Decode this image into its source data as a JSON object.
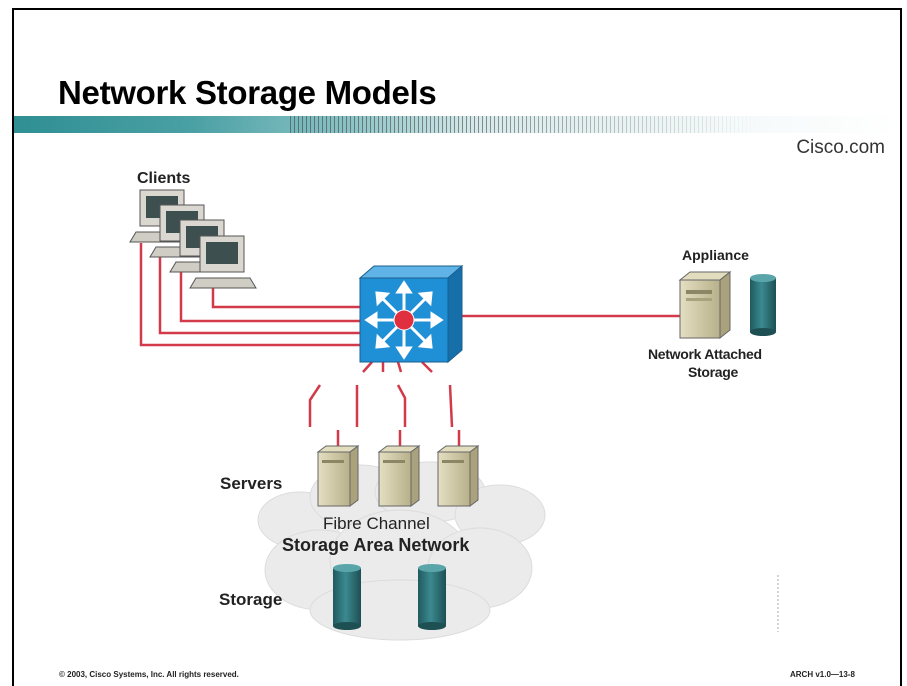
{
  "slide": {
    "title": "Network Storage Models",
    "brand": "Cisco.com",
    "footer_left": "© 2003, Cisco Systems, Inc. All rights reserved.",
    "footer_right": "ARCH v1.0—13-8"
  },
  "diagram": {
    "clients_label": "Clients",
    "appliance_label": "Appliance",
    "nas_label_line1": "Network Attached",
    "nas_label_line2": "Storage",
    "servers_label": "Servers",
    "san_label_line1": "Fibre Channel",
    "san_label_line2": "Storage Area Network",
    "storage_label": "Storage"
  },
  "colors": {
    "link": "#d23a4a",
    "switch": "#1f8fd6",
    "storage": "#2c6e73",
    "server": "#c9c3a0",
    "header_bar": "#2f8f93"
  }
}
